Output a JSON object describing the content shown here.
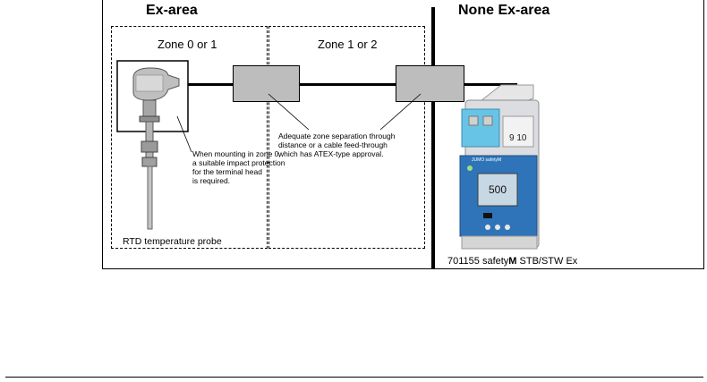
{
  "ex_area": {
    "title": "Ex-area"
  },
  "none_ex_area": {
    "title": "None Ex-area"
  },
  "zone_a": {
    "title": "Zone 0 or 1"
  },
  "zone_b": {
    "title": "Zone 1 or 2"
  },
  "probe": {
    "caption": "RTD temperature probe",
    "mounting_note": "When mounting in zone 0,\na suitable impact protection\nfor the terminal head\nis required."
  },
  "separation_note": "Adequate zone separation through\ndistance or a cable feed-through\nwhich has ATEX-type approval.",
  "device": {
    "name_prefix": "701155 safety",
    "name_bold": "M",
    "name_suffix": " STB/STW Ex",
    "display_value": "500",
    "terminal_label": "9 10",
    "brand_text": "JUMO safetyM"
  }
}
